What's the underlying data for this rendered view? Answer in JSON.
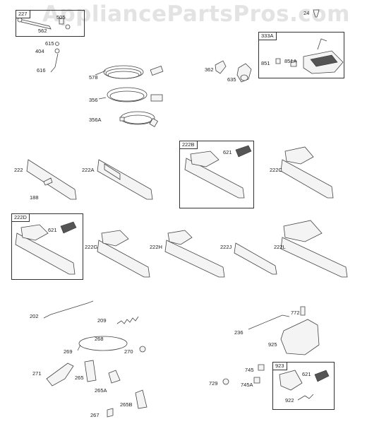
{
  "watermark": "AppliancePartsPros.com",
  "boxes": {
    "b227": "227",
    "b333A": "333A",
    "b222B": "222B",
    "b222D": "222D",
    "b923": "923"
  },
  "labels": {
    "p505": "505",
    "p562": "562",
    "p24": "24",
    "p615": "615",
    "p404": "404",
    "p616": "616",
    "p578": "578",
    "p356": "356",
    "p356A": "356A",
    "p362": "362",
    "p635": "635",
    "p851": "851",
    "p851A": "851A",
    "p222": "222",
    "p222A": "222A",
    "p188": "188",
    "p621a": "621",
    "p222C": "222C",
    "p621b": "621",
    "p222G": "222G",
    "p222H": "222H",
    "p222J": "222J",
    "p222L": "222L",
    "p202": "202",
    "p209": "209",
    "p268": "268",
    "p269": "269",
    "p270": "270",
    "p271": "271",
    "p265": "265",
    "p265A": "265A",
    "p265B": "265B",
    "p267": "267",
    "p236": "236",
    "p772": "772",
    "p925": "925",
    "p745": "745",
    "p745A": "745A",
    "p729": "729",
    "p621c": "621",
    "p922": "922"
  }
}
